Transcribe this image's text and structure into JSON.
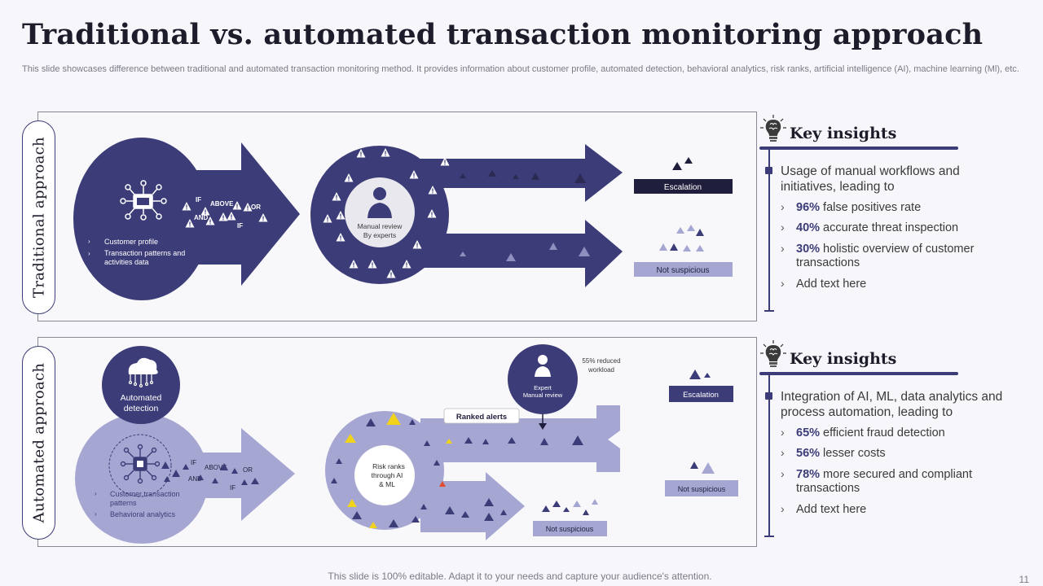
{
  "title": "Traditional vs. automated transaction monitoring approach",
  "subtitle": "This slide showcases difference between traditional and automated transaction monitoring method. It provides information about customer profile, automated detection, behavioral analytics, risk ranks, artificial intelligence (AI), machine learning (Ml), etc.",
  "traditional": {
    "side_label": "Traditional approach",
    "bullets": [
      "Customer profile",
      "Transaction patterns and activities data"
    ],
    "logic": [
      "IF",
      "ABOVE",
      "OR",
      "AND",
      "IF"
    ],
    "review_label_1": "Manual review",
    "review_label_2": "By experts",
    "escalation": "Escalation",
    "not_suspicious": "Not suspicious"
  },
  "automated": {
    "side_label": "Automated approach",
    "detection_1": "Automated",
    "detection_2": "detection",
    "bullets": [
      "Customer transaction patterns",
      "Behavioral analytics"
    ],
    "bullet1_line1": "Customer transaction",
    "bullet1_line2": "patterns",
    "logic": [
      "IF",
      "ABOVE",
      "OR",
      "AND",
      "IF"
    ],
    "risk_1": "Risk ranks",
    "risk_2": "through AI",
    "risk_3": "& ML",
    "ranked_alerts": "Ranked alerts",
    "expert_1": "Expert",
    "expert_2": "Manual  review",
    "reduced_1": "55% reduced",
    "reduced_2": "workload",
    "escalation": "Escalation",
    "not_suspicious_right": "Not suspicious",
    "not_suspicious_bottom": "Not suspicious"
  },
  "insights_top": {
    "heading": "Key insights",
    "intro": "Usage of manual workflows and initiatives, leading to",
    "items": [
      {
        "value": "96%",
        "text": " false positives rate"
      },
      {
        "value": "40%",
        "text": " accurate threat inspection"
      },
      {
        "value": "30%",
        "text": " holistic overview of customer transactions"
      },
      {
        "value": "",
        "text": "Add text here"
      }
    ]
  },
  "insights_bottom": {
    "heading": "Key insights",
    "intro": "Integration of AI, ML, data analytics and process automation, leading to",
    "items": [
      {
        "value": "65%",
        "text": " efficient fraud detection"
      },
      {
        "value": "56%",
        "text": " lesser costs"
      },
      {
        "value": "78%",
        "text": " more secured and compliant transactions"
      },
      {
        "value": "",
        "text": "Add text here"
      }
    ]
  },
  "footer": "This slide is 100% editable. Adapt it to your needs and capture your audience's attention.",
  "page_number": "11",
  "colors": {
    "dark": "#3c3c78",
    "light": "#a6a6d2",
    "navy": "#1f1f3d",
    "yellow": "#f2d31b",
    "red": "#e34a2c"
  },
  "icons": [
    "brain-bulb-icon",
    "network-screen-icon",
    "user-icon",
    "cloud-network-icon",
    "chip-network-icon",
    "warning-icon",
    "chevron-right-icon"
  ]
}
